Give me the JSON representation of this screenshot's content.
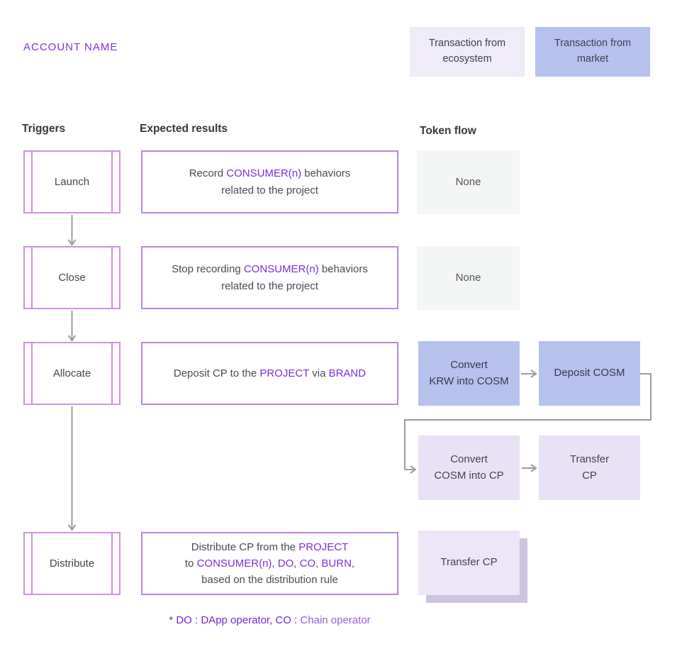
{
  "account_name": "ACCOUNT NAME",
  "legend": {
    "ecosystem": {
      "label": "Transaction from\necosystem"
    },
    "market": {
      "label": "Transaction from\nmarket"
    }
  },
  "columns": {
    "triggers": "Triggers",
    "expected_results": "Expected results",
    "token_flow": "Token flow"
  },
  "triggers": {
    "launch": "Launch",
    "close": "Close",
    "allocate": "Allocate",
    "distribute": "Distribute"
  },
  "expected": {
    "launch": [
      {
        "text": "Record "
      },
      {
        "text": "CONSUMER(n)",
        "purple": true
      },
      {
        "text": " behaviors\nrelated to the project"
      }
    ],
    "close": [
      {
        "text": "Stop recording "
      },
      {
        "text": "CONSUMER(n)",
        "purple": true
      },
      {
        "text": " behaviors\nrelated to the project"
      }
    ],
    "allocate": [
      {
        "text": "Deposit CP to the "
      },
      {
        "text": "PROJECT",
        "purple": true
      },
      {
        "text": " via "
      },
      {
        "text": "BRAND",
        "purple": true
      }
    ],
    "distribute": [
      {
        "text": "Distribute CP from the "
      },
      {
        "text": "PROJECT",
        "purple": true
      },
      {
        "text": "\nto "
      },
      {
        "text": "CONSUMER(n), DO, CO, BURN,",
        "purple": true
      },
      {
        "text": "\nbased on the distribution rule"
      }
    ]
  },
  "token_flow": {
    "launch": {
      "label": "None"
    },
    "close": {
      "label": "None"
    },
    "allocate": {
      "step1": "Convert\nKRW into COSM",
      "step2": "Deposit COSM",
      "step3": "Convert\nCOSM into CP",
      "step4": "Transfer\nCP"
    },
    "distribute": {
      "label": "Transfer CP"
    }
  },
  "footnote": {
    "main": "* DO : DApp operator, CO : ",
    "light": "Chain operator"
  },
  "colors": {
    "accent_purple": "#7d2edb",
    "trigger_border": "#d092e0",
    "expected_border": "#bc85dc",
    "market_blue": "#b6c2ed",
    "ecosystem_lavender": "#e9e2f6",
    "none_gray": "#f4f5f5",
    "connector_gray": "#9c9ca1"
  }
}
